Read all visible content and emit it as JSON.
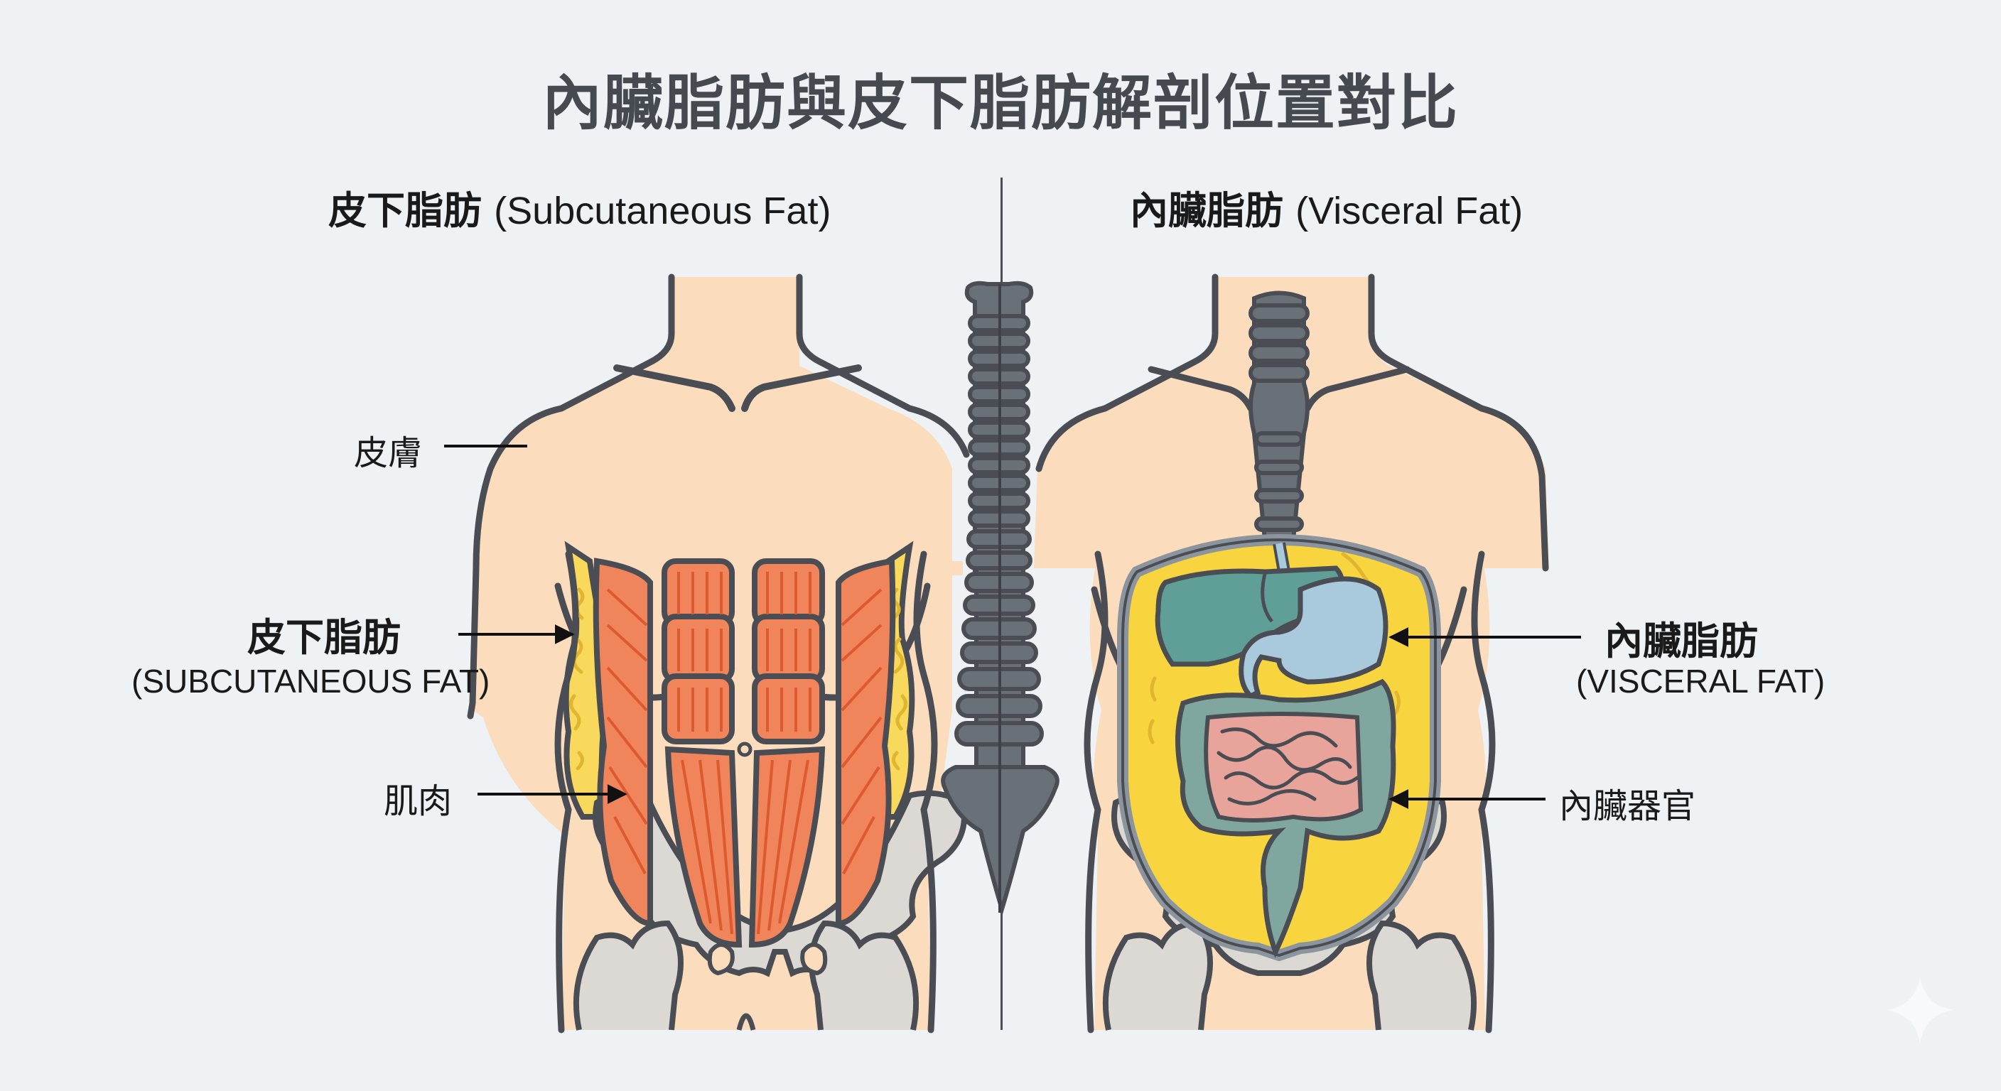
{
  "title": "內臟脂肪與皮下脂肪解剖位置對比",
  "panels": {
    "left": {
      "heading_zh": "皮下脂肪",
      "heading_en": "(Subcutaneous Fat)",
      "labels": {
        "skin": "皮膚",
        "fat_zh": "皮下脂肪",
        "fat_en": "(SUBCUTANEOUS FAT)",
        "muscle": "肌肉"
      }
    },
    "right": {
      "heading_zh": "內臟脂肪",
      "heading_en": "(Visceral Fat)",
      "labels": {
        "fat_zh": "內臟脂肪",
        "fat_en": "(VISCERAL FAT)",
        "organs": "內臟器官"
      }
    }
  },
  "icons": [
    "spine-icon",
    "sparkle-icon"
  ],
  "colors": {
    "background": "#eef2f5",
    "skin": "#fbdcbd",
    "outline": "#4a4e54",
    "muscle": "#f0845a",
    "muscle_fiber": "#dd5a30",
    "subcutaneous_fat": "#f9d95c",
    "visceral_fat": "#f8d43e",
    "fat_texture": "#e0b530",
    "bone": "#dcd9d4",
    "spine": "#6a7077",
    "liver": "#5f9f98",
    "stomach": "#a9c9dc",
    "colon": "#7fa79f",
    "small_intestine": "#e8a49a",
    "peritoneum": "#8c959e"
  }
}
